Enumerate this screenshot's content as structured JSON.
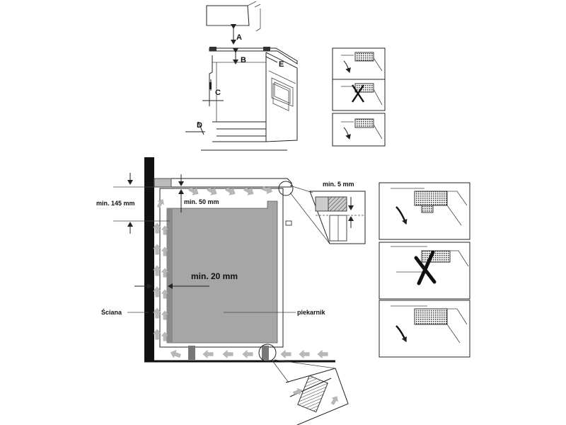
{
  "top_figure": {
    "labels": {
      "a": "A",
      "b": "B",
      "c": "C",
      "d": "D",
      "e": "E"
    }
  },
  "main_figure": {
    "min_145": "min. 145 mm",
    "min_50": "min. 50 mm",
    "min_5": "min. 5 mm",
    "min_20": "min. 20 mm",
    "wall_label": "Ściana",
    "oven_label": "piekarnik"
  },
  "detail_panels": {
    "top_count": 3,
    "bottom_count": 3,
    "crossed_panel_index": 1,
    "crossed_mark": "X"
  },
  "colors": {
    "oven_fill": "#a6a6a6",
    "arrow_grey": "#b8b8b8",
    "line": "#222222"
  }
}
